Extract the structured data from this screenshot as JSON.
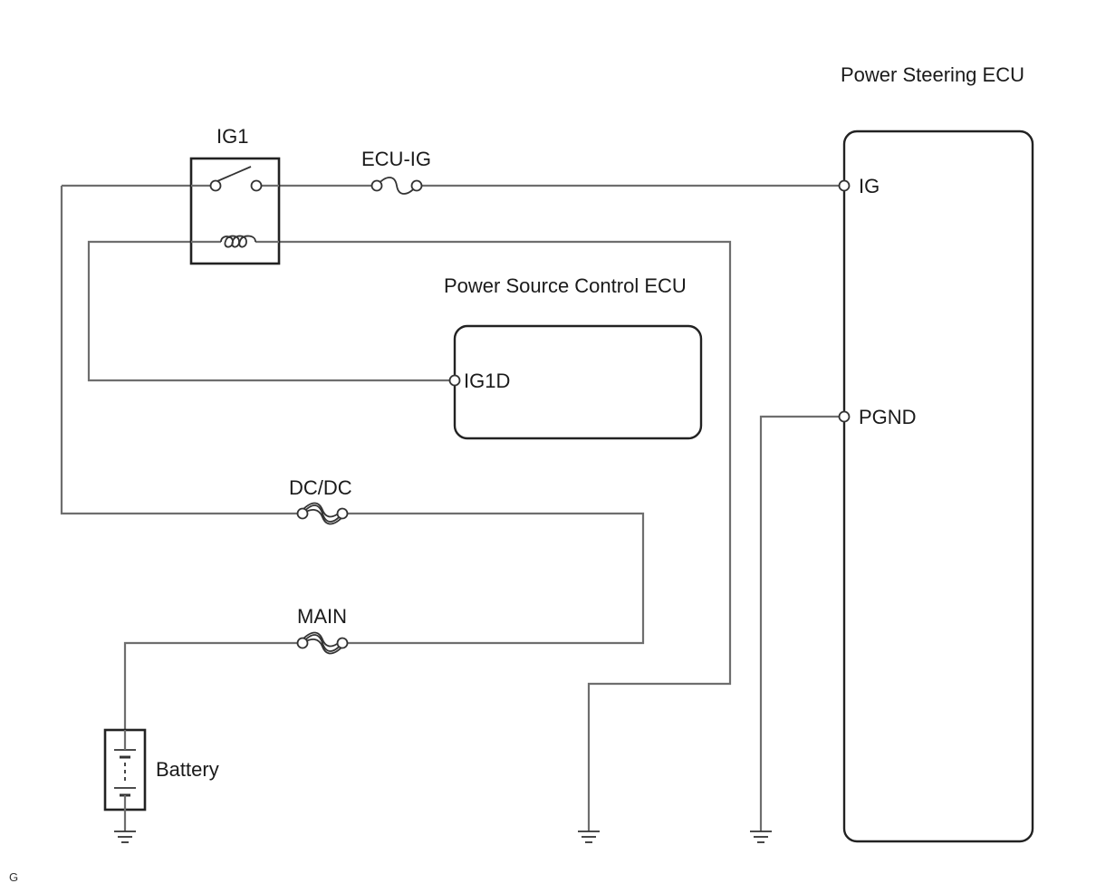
{
  "labels": {
    "power_steering_ecu": "Power Steering ECU",
    "power_source_control_ecu": "Power Source Control ECU",
    "relay_ig1": "IG1",
    "fuse_ecu_ig": "ECU-IG",
    "fuse_dcdc": "DC/DC",
    "fuse_main": "MAIN",
    "battery": "Battery",
    "terminal_ig": "IG",
    "terminal_pgnd": "PGND",
    "terminal_ig1d": "IG1D",
    "corner_mark": "G"
  }
}
